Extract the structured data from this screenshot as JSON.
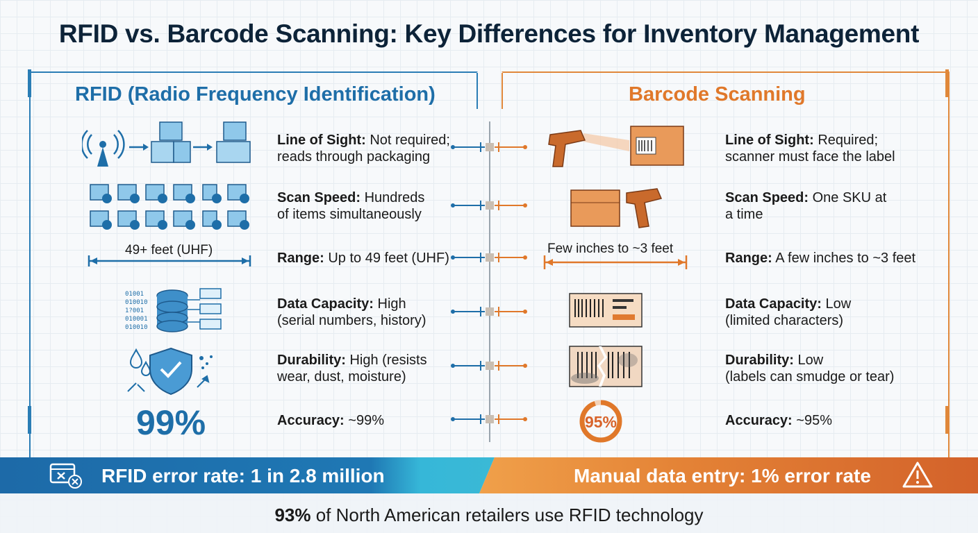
{
  "title": "RFID vs. Barcode Scanning: Key Differences for Inventory Management",
  "rfid": {
    "header": "RFID (Radio Frequency Identification)",
    "range_label": "49+ feet (UHF)",
    "accuracy_big": "99%",
    "rows": [
      {
        "label": "Line of Sight:",
        "text_l1": " Not required;",
        "text_l2": "reads through packaging"
      },
      {
        "label": "Scan Speed:",
        "text_l1": " Hundreds",
        "text_l2": "of items simultaneously"
      },
      {
        "label": "Range:",
        "text_l1": " Up to 49 feet (UHF)",
        "text_l2": ""
      },
      {
        "label": "Data Capacity:",
        "text_l1": " High",
        "text_l2": "(serial numbers, history)"
      },
      {
        "label": "Durability:",
        "text_l1": " High (resists",
        "text_l2": "wear, dust, moisture)"
      },
      {
        "label": "Accuracy:",
        "text_l1": " ~99%",
        "text_l2": ""
      }
    ]
  },
  "barcode": {
    "header": "Barcode Scanning",
    "range_label": "Few inches to ~3 feet",
    "accuracy_big": "95%",
    "rows": [
      {
        "label": "Line of Sight:",
        "text_l1": " Required;",
        "text_l2": "scanner must face the label"
      },
      {
        "label": "Scan Speed:",
        "text_l1": " One SKU at",
        "text_l2": "a time"
      },
      {
        "label": "Range:",
        "text_l1": " A few inches to ~3 feet",
        "text_l2": ""
      },
      {
        "label": "Data Capacity:",
        "text_l1": " Low",
        "text_l2": "(limited characters)"
      },
      {
        "label": "Durability:",
        "text_l1": " Low",
        "text_l2": "(labels can smudge or tear)"
      },
      {
        "label": "Accuracy:",
        "text_l1": " ~95%",
        "text_l2": ""
      }
    ]
  },
  "band": {
    "left_text": "RFID error rate: 1 in 2.8 million",
    "right_text": "Manual data entry: 1% error rate"
  },
  "footer": {
    "bold": "93%",
    "text": " of North American retailers use RFID technology"
  },
  "colors": {
    "rfid": "#1e6ea8",
    "barcode": "#e0782a"
  }
}
